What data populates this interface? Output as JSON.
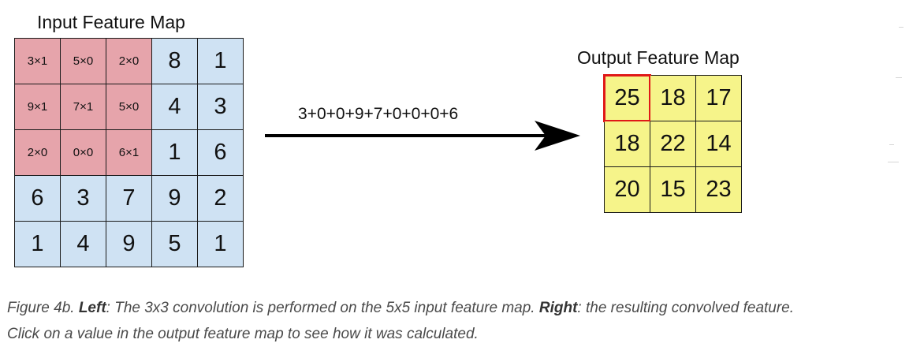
{
  "input_map": {
    "title": "Input Feature Map",
    "rows": [
      [
        {
          "text": "3×1",
          "kernel": true
        },
        {
          "text": "5×0",
          "kernel": true
        },
        {
          "text": "2×0",
          "kernel": true
        },
        {
          "text": "8",
          "kernel": false
        },
        {
          "text": "1",
          "kernel": false
        }
      ],
      [
        {
          "text": "9×1",
          "kernel": true
        },
        {
          "text": "7×1",
          "kernel": true
        },
        {
          "text": "5×0",
          "kernel": true
        },
        {
          "text": "4",
          "kernel": false
        },
        {
          "text": "3",
          "kernel": false
        }
      ],
      [
        {
          "text": "2×0",
          "kernel": true
        },
        {
          "text": "0×0",
          "kernel": true
        },
        {
          "text": "6×1",
          "kernel": true
        },
        {
          "text": "1",
          "kernel": false
        },
        {
          "text": "6",
          "kernel": false
        }
      ],
      [
        {
          "text": "6",
          "kernel": false
        },
        {
          "text": "3",
          "kernel": false
        },
        {
          "text": "7",
          "kernel": false
        },
        {
          "text": "9",
          "kernel": false
        },
        {
          "text": "2",
          "kernel": false
        }
      ],
      [
        {
          "text": "1",
          "kernel": false
        },
        {
          "text": "4",
          "kernel": false
        },
        {
          "text": "9",
          "kernel": false
        },
        {
          "text": "5",
          "kernel": false
        },
        {
          "text": "1",
          "kernel": false
        }
      ]
    ]
  },
  "equation": "3+0+0+9+7+0+0+0+6",
  "output_map": {
    "title": "Output Feature Map",
    "rows": [
      [
        "25",
        "18",
        "17"
      ],
      [
        "18",
        "22",
        "14"
      ],
      [
        "20",
        "15",
        "23"
      ]
    ],
    "selected": [
      0,
      0
    ]
  },
  "caption": {
    "prefix": "Figure 4b. ",
    "left_label": "Left",
    "left_text": ": The 3x3 convolution is performed on the 5x5 input feature map. ",
    "right_label": "Right",
    "right_text": ": the resulting convolved feature.",
    "line2": "Click on a value in the output feature map to see how it was calculated."
  },
  "colors": {
    "kernel_cell": "#e6a4ab",
    "input_cell": "#cfe2f3",
    "output_cell": "#f6f48a",
    "selection": "#e01818"
  }
}
